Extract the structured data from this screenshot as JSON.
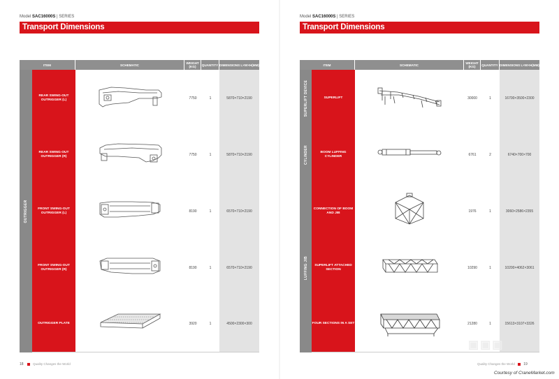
{
  "left": {
    "model_prefix": "Model",
    "model_name": "SAC16000S",
    "model_suffix": "| SERIES",
    "title": "Transport Dimensions",
    "headers": {
      "item": "ITEM",
      "schematic": "SCHEMATIC",
      "weight": "WEIGHT (KG)",
      "quantity": "QUANTITY",
      "dimensions": "DIMENSIONS L×W×H(MM)"
    },
    "group": "OUTRIGGER",
    "rows": [
      {
        "item": "REAR SWING-OUT OUTRIGGER (L)",
        "weight": "7750",
        "quantity": "1",
        "dimensions": "5870×710×2190"
      },
      {
        "item": "REAR SWING-OUT OUTRIGGER (R)",
        "weight": "7750",
        "quantity": "1",
        "dimensions": "5870×710×2190"
      },
      {
        "item": "FRONT SWING-OUT OUTRIGGER (L)",
        "weight": "8190",
        "quantity": "1",
        "dimensions": "6570×710×2190"
      },
      {
        "item": "FRONT SWING-OUT OUTRIGGER (R)",
        "weight": "8190",
        "quantity": "1",
        "dimensions": "6570×710×2190"
      },
      {
        "item": "OUTRIGGER PLATE",
        "weight": "3920",
        "quantity": "1",
        "dimensions": "4500×2300×300"
      }
    ],
    "page_number": "18",
    "footer_text": "Quality Changes the World"
  },
  "right": {
    "model_prefix": "Model",
    "model_name": "SAC16000S",
    "model_suffix": "| SERIES",
    "title": "Transport Dimensions",
    "headers": {
      "item": "ITEM",
      "schematic": "SCHEMATIC",
      "weight": "WEIGHT (KG)",
      "quantity": "QUANTITY",
      "dimensions": "DIMENSIONS L×W×H(MM)"
    },
    "groups": {
      "superlift": "SUPERLIFT DEVICE",
      "cylinder": "CYLINDER",
      "jib": "LUFFING JIB"
    },
    "rows": [
      {
        "item": "SUPERLIFT",
        "weight": "30000",
        "quantity": "1",
        "dimensions": "16700×3500×2300"
      },
      {
        "item": "BOOM LUFFING CYLINDER",
        "weight": "6761",
        "quantity": "2",
        "dimensions": "6740×700×700"
      },
      {
        "item": "CONNECTION OF BOOM AND JIB",
        "weight": "1976",
        "quantity": "1",
        "dimensions": "3060×2586×2355"
      },
      {
        "item": "SUPERLIFT ATTACHED SECTION",
        "weight": "10290",
        "quantity": "1",
        "dimensions": "10200×4062×3061"
      },
      {
        "item": "FOUR SECTIONS IN A SET",
        "weight": "21280",
        "quantity": "1",
        "dimensions": "15613×3107×3326"
      }
    ],
    "page_number": "19",
    "footer_text": "Quality Changes the World"
  },
  "courtesy": "Courtesy of CraneMarket.com",
  "accent_color": "#d8141b",
  "header_gray": "#8f8f8f"
}
